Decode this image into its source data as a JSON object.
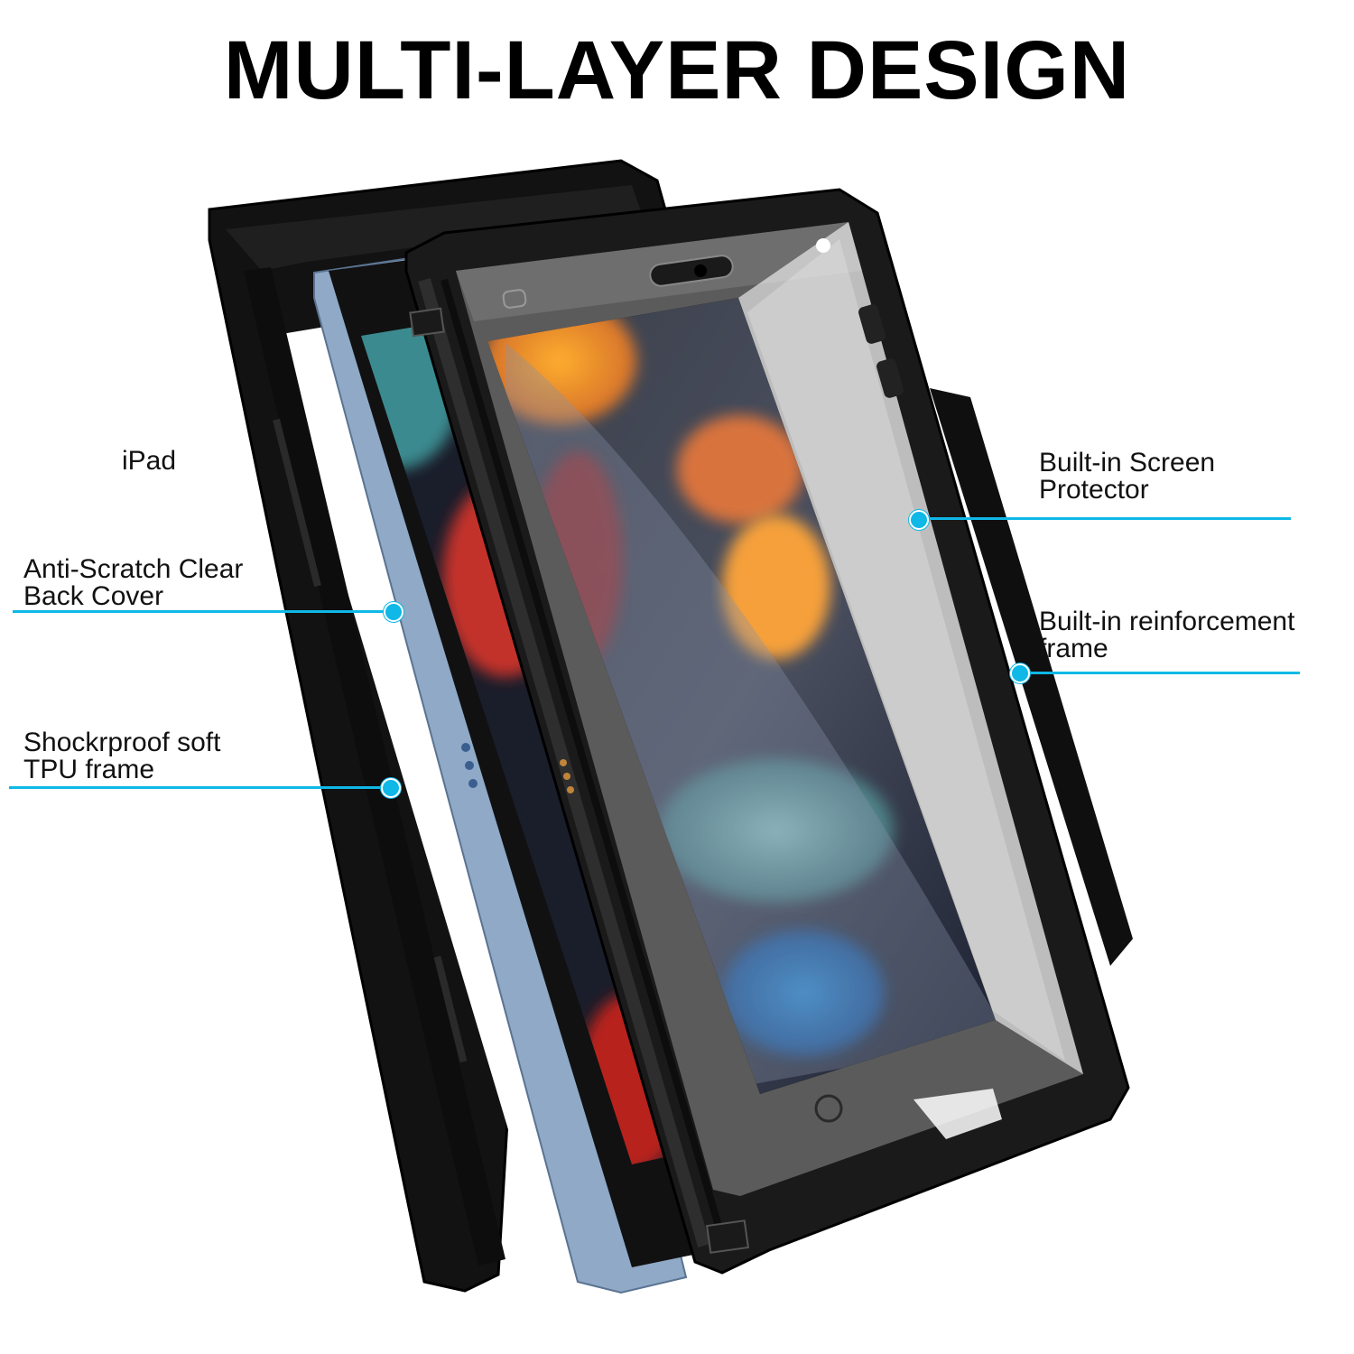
{
  "headline": "MULTI-LAYER DESIGN",
  "accent_color": "#0fb8e6",
  "callouts": {
    "ipad": {
      "text": "iPad"
    },
    "back_cover": {
      "line1": "Anti-Scratch Clear",
      "line2": "Back Cover"
    },
    "tpu_frame": {
      "line1": "Shockrproof soft",
      "line2": "TPU frame"
    },
    "screen_protector": {
      "line1": "Built-in Screen",
      "line2": "Protector"
    },
    "reinforcement": {
      "line1": "Built-in reinforcement",
      "line2": "frame"
    }
  }
}
